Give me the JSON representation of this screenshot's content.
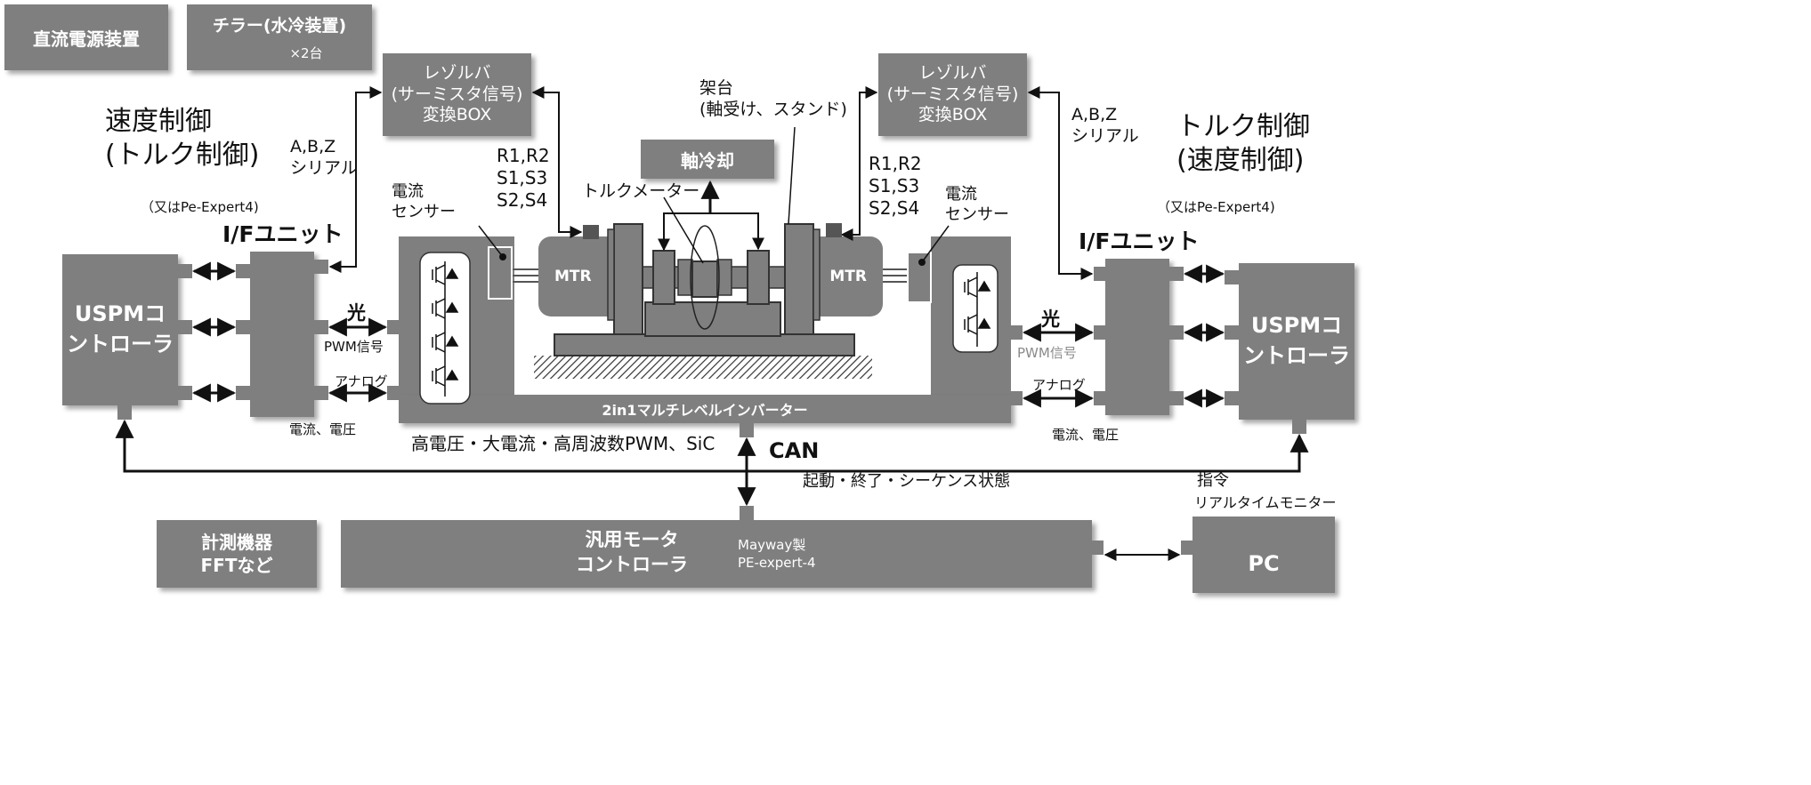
{
  "top_boxes": {
    "dc_power": "直流電源装置",
    "chiller": "チラー(水冷装置)",
    "chiller_count": "×2台",
    "measuring": "計測機器\nFFTなど"
  },
  "left_side": {
    "control_mode": "速度制御\n(トルク制御)",
    "alt_controller": "（又はPe-Expert4)",
    "if_unit": "I/Fユニット",
    "uspm": "USPMコ\nントローラ",
    "abz": "A,B,Z\nシリアル",
    "resolver_box": "レゾルバ\n(サーミスタ信号)\n変換BOX",
    "resolver_signals": "R1,R2\nS1,S3\nS2,S4",
    "current_sensor": "電流\nセンサー",
    "light": "光",
    "pwm": "PWM信号",
    "analog": "アナログ",
    "current_voltage": "電流、電圧"
  },
  "right_side": {
    "control_mode": "トルク制御\n(速度制御)",
    "alt_controller": "（又はPe-Expert4)",
    "if_unit": "I/Fユニット",
    "uspm": "USPMコ\nントローラ",
    "abz": "A,B,Z\nシリアル",
    "resolver_box": "レゾルバ\n(サーミスタ信号)\n変換BOX",
    "resolver_signals": "R1,R2\nS1,S3\nS2,S4",
    "current_sensor": "電流\nセンサー",
    "light": "光",
    "pwm": "PWM信号",
    "analog": "アナログ",
    "current_voltage": "電流、電圧"
  },
  "center": {
    "stand": "架台\n(軸受け、スタンド)",
    "shaft_cooling": "軸冷却",
    "torque_meter": "トルクメーター",
    "motor_left": "MTR",
    "motor_right": "MTR",
    "inverter": "2in1マルチレベルインバーター",
    "inverter_spec": "高電圧・大電流・高周波数PWM、SiC",
    "can": "CAN",
    "can_status": "起動・終了・シーケンス状態",
    "command": "指令",
    "monitor": "リアルタイムモニター"
  },
  "bottom": {
    "general_controller": "汎用モータ\nコントローラ",
    "maker": "Mayway製\nPE-expert-4",
    "pc": "PC"
  },
  "colors": {
    "box_fill": "#7f7f7f",
    "wire": "#111111",
    "inverter_inner": "#ffffff"
  }
}
